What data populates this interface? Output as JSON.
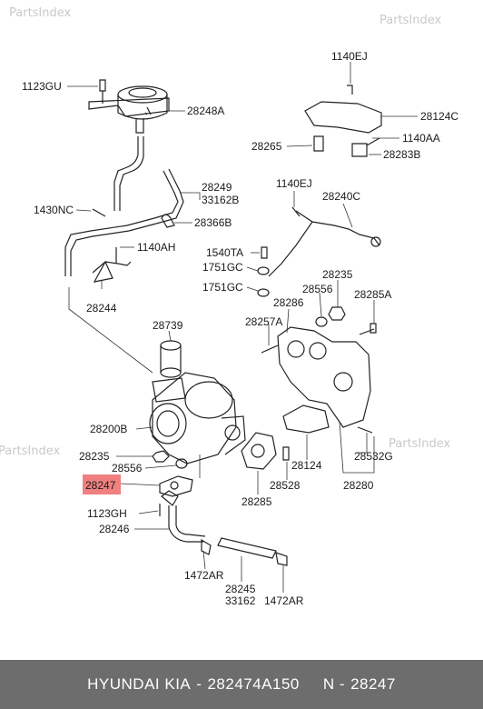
{
  "watermark": "PartsIndex",
  "highlight_color": "#f08080",
  "labels": {
    "l_1140EJ_top": "1140EJ",
    "l_1123GU": "1123GU",
    "l_28248A": "28248A",
    "l_28124C": "28124C",
    "l_1140AA": "1140AA",
    "l_28265": "28265",
    "l_28283B": "28283B",
    "l_28249": "28249",
    "l_33162B": "33162B",
    "l_1140EJ_mid": "1140EJ",
    "l_28240C": "28240C",
    "l_1430NC": "1430NC",
    "l_28366B": "28366B",
    "l_1140AH": "1140AH",
    "l_1540TA": "1540TA",
    "l_1751GC_a": "1751GC",
    "l_28235_top": "28235",
    "l_28244": "28244",
    "l_1751GC_b": "1751GC",
    "l_28556_top": "28556",
    "l_28286": "28286",
    "l_28285A": "28285A",
    "l_28739": "28739",
    "l_28257A": "28257A",
    "l_28200B": "28200B",
    "l_28235_bot": "28235",
    "l_28532G": "28532G",
    "l_28556_bot": "28556",
    "l_28124": "28124",
    "l_28247": "28247",
    "l_28528": "28528",
    "l_28280": "28280",
    "l_1123GH": "1123GH",
    "l_28285": "28285",
    "l_28246": "28246",
    "l_1472AR_a": "1472AR",
    "l_28245": "28245",
    "l_33162": "33162",
    "l_1472AR_b": "1472AR"
  },
  "footer": {
    "brand": "HYUNDAI  KIA",
    "sep1": "-",
    "part_number": "282474A150",
    "sep2": "N -",
    "ref": "28247"
  }
}
